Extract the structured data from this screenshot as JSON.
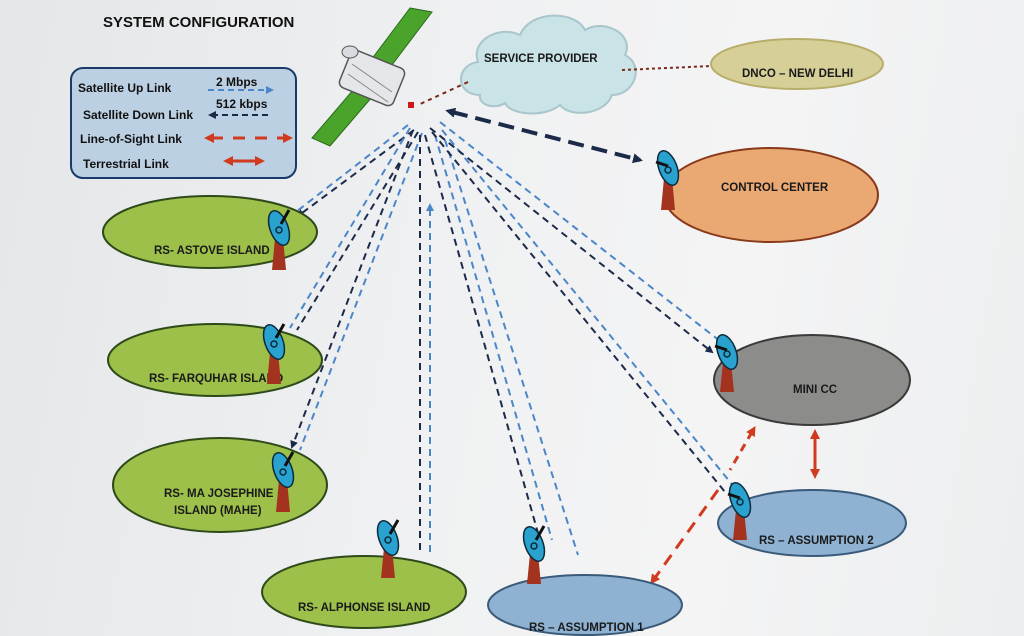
{
  "title": "SYSTEM CONFIGURATION",
  "legend": {
    "uplink_label": "Satellite Up Link",
    "uplink_rate": "2 Mbps",
    "downlink_label": "Satellite Down Link",
    "downlink_rate": "512 kbps",
    "los_label": "Line-of-Sight Link",
    "terrestrial_label": "Terrestrial Link"
  },
  "service_provider": "SERVICE PROVIDER",
  "dnco": "DNCO – NEW DELHI",
  "stations": {
    "control_center": "CONTROL CENTER",
    "astove": "RS- ASTOVE ISLAND",
    "farquhar": "RS- FARQUHAR ISLAND",
    "ma_josephine_line1": "RS- MA JOSEPHINE",
    "ma_josephine_line2": "ISLAND (MAHE)",
    "alphonse": "RS- ALPHONSE ISLAND",
    "assumption1": "RS – ASSUMPTION 1",
    "assumption2": "RS – ASSUMPTION 2",
    "mini_cc": "MINI CC"
  },
  "colors": {
    "uplink": "#4a86c8",
    "downlink": "#1c2a4a",
    "los": "#d03a1e",
    "green_node": "#9cc04a",
    "control_center": "#eaa873",
    "mini_cc": "#8c8c8a",
    "assumption": "#8fb2d2",
    "dnco": "#d6cf98",
    "legend_bg": "#bcd0e3",
    "dish": "#2aa2cf",
    "mast": "#a3321e"
  }
}
